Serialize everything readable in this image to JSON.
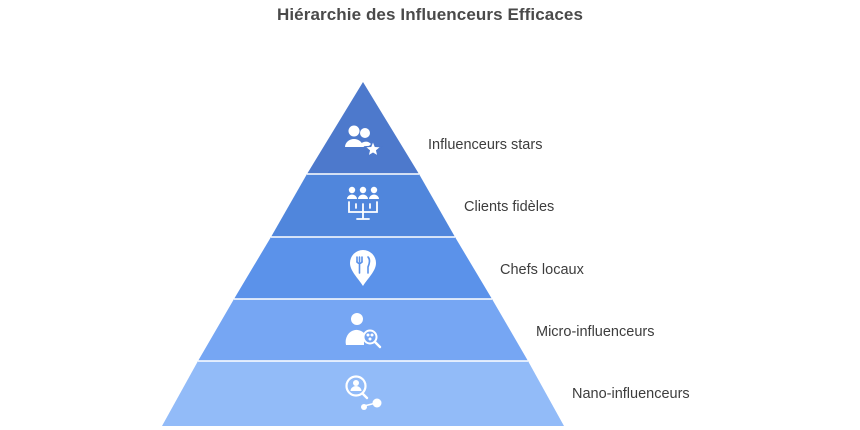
{
  "title": "Hiérarchie des Influenceurs Efficaces",
  "colors": {
    "title": "#4a4a4a",
    "label": "#3d3d3d",
    "separator": "#ffffff",
    "icon": "#ffffff",
    "levels": [
      "#4d79cc",
      "#5086dc",
      "#5b92ea",
      "#76a6f3",
      "#92bbf8"
    ]
  },
  "levels": [
    {
      "label": "Influenceurs stars",
      "icon": "person-star-icon"
    },
    {
      "label": "Clients fidèles",
      "icon": "group-network-icon"
    },
    {
      "label": "Chefs locaux",
      "icon": "restaurant-pin-icon"
    },
    {
      "label": "Micro-influenceurs",
      "icon": "person-search-icon"
    },
    {
      "label": "Nano-influenceurs",
      "icon": "magnify-person-share-icon"
    }
  ]
}
